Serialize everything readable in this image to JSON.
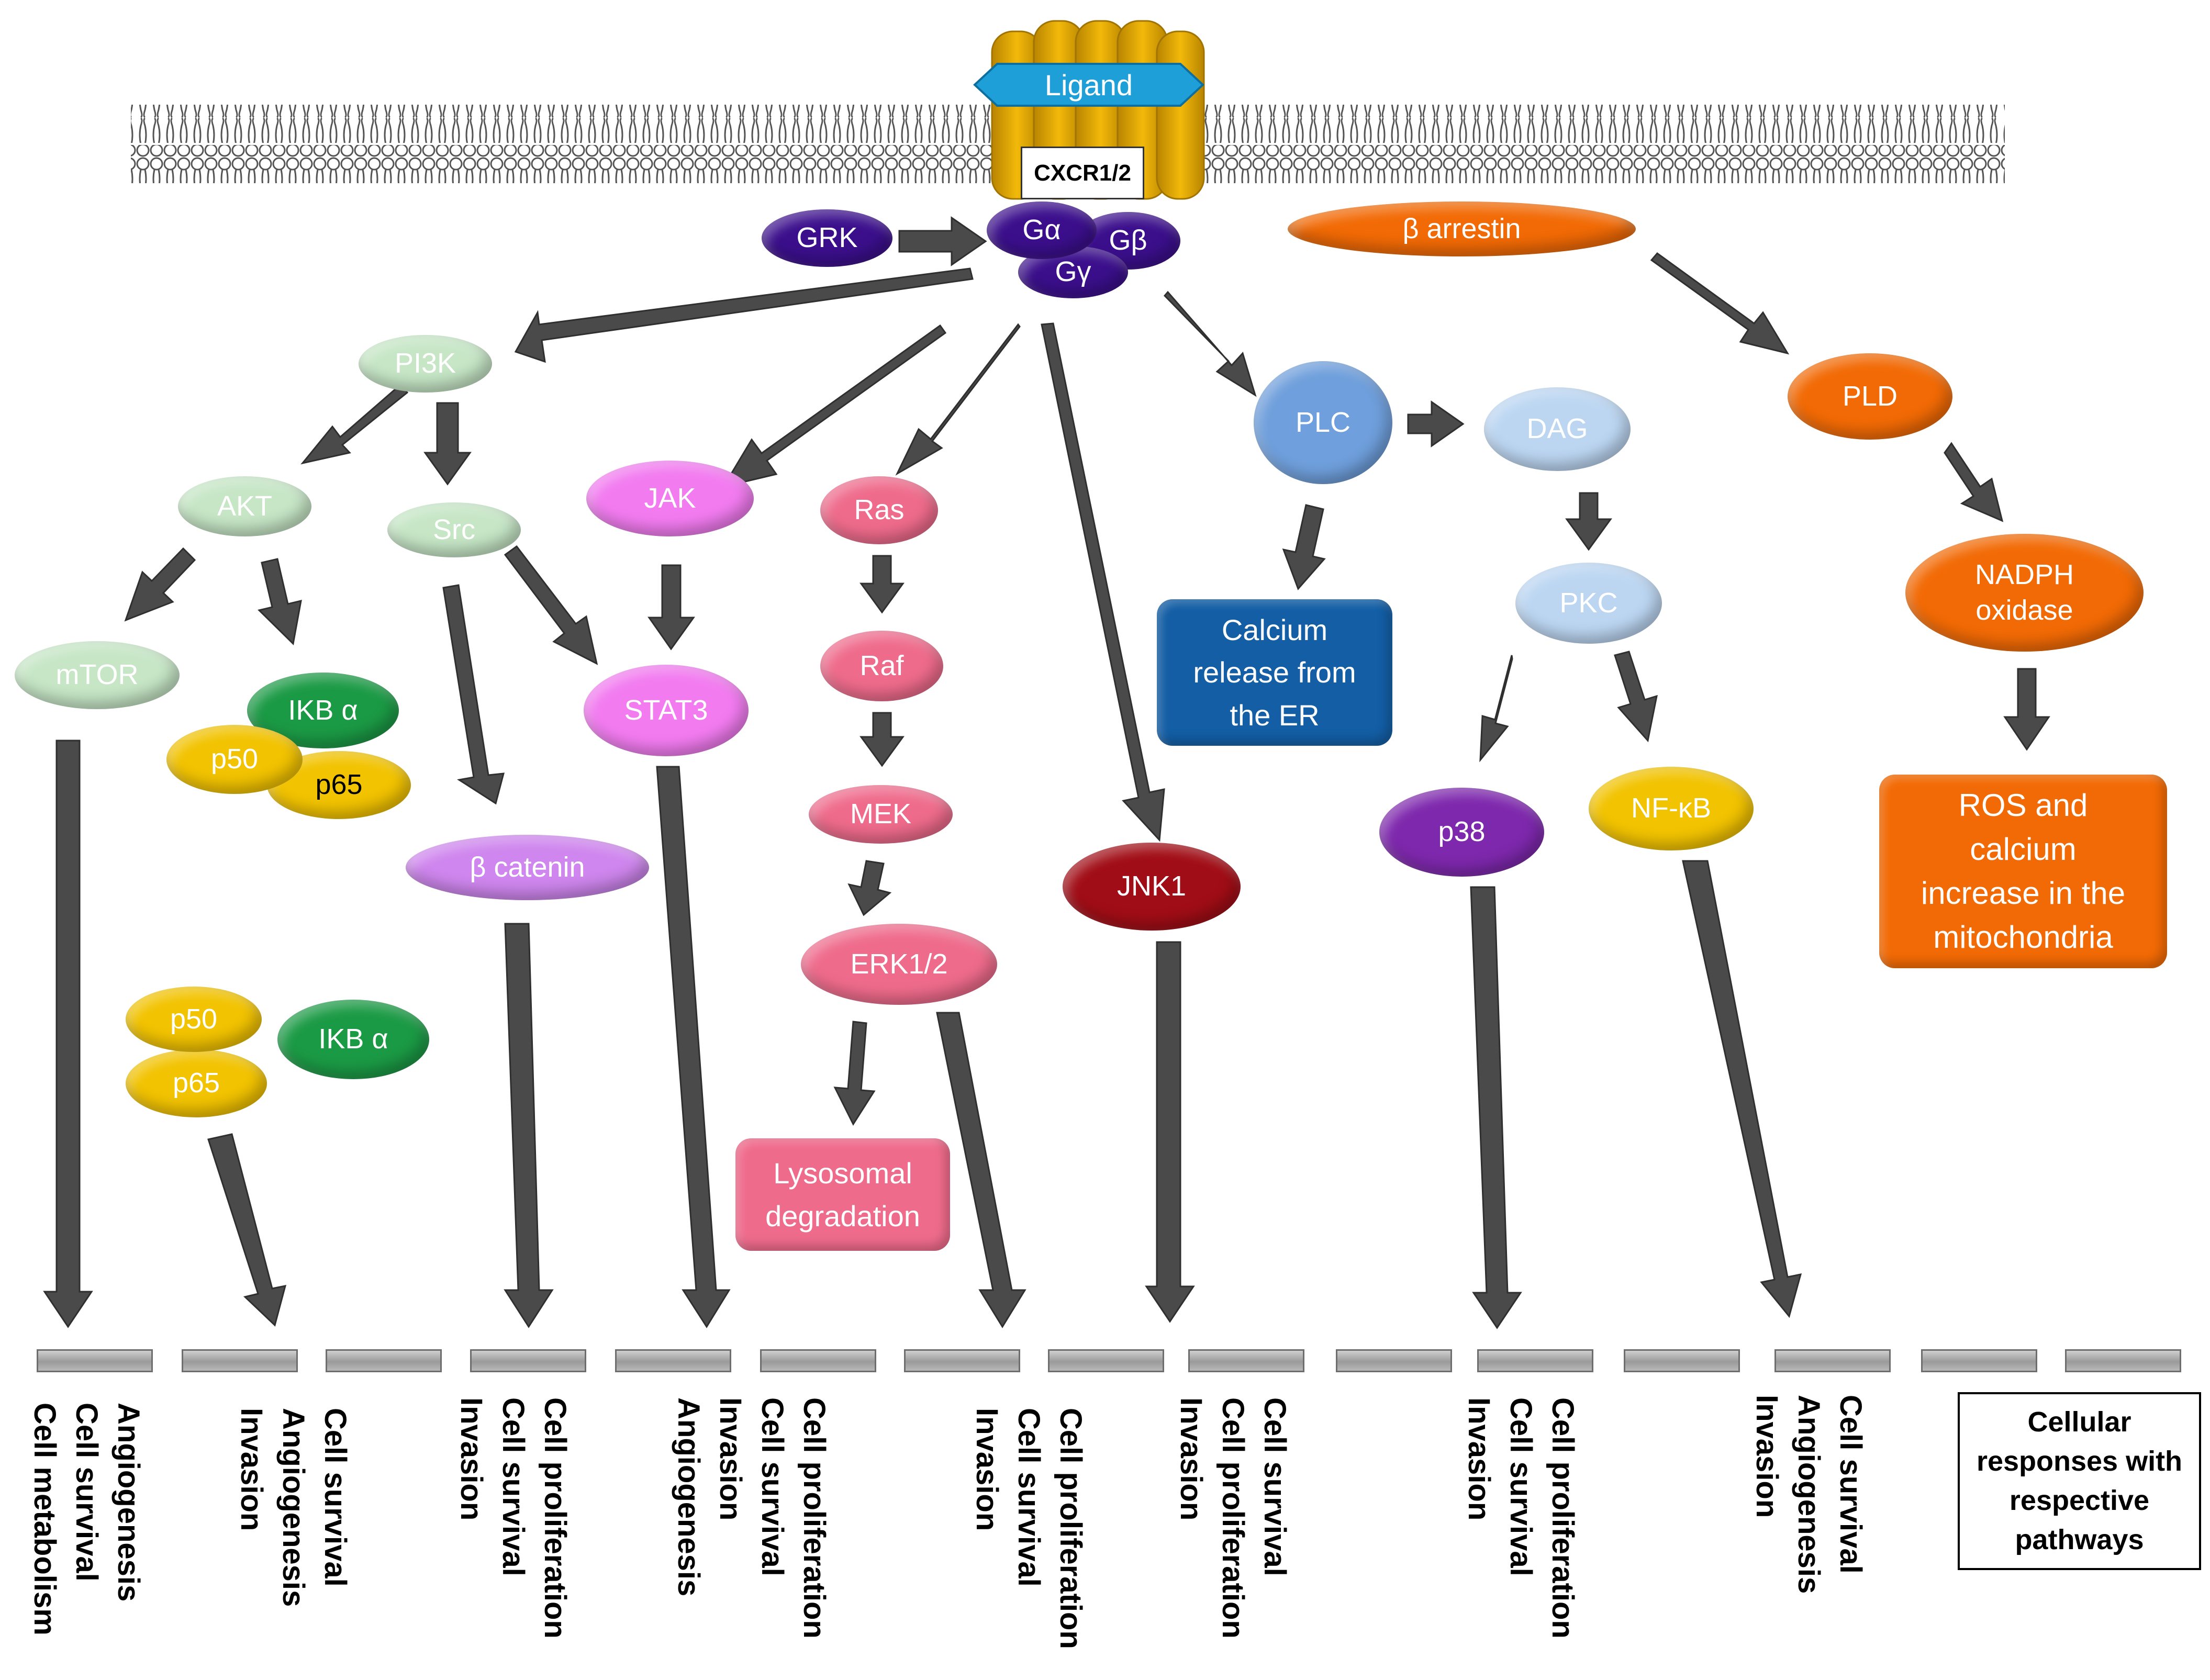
{
  "receptor": {
    "ligand": "Ligand",
    "name": "CXCR1/2"
  },
  "g_protein": {
    "alpha": "Gα",
    "beta": "Gβ",
    "gamma": "Gγ"
  },
  "nodes": {
    "grk": "GRK",
    "beta_arrestin": "β arrestin",
    "pi3k": "PI3K",
    "akt": "AKT",
    "src": "Src",
    "jak": "JAK",
    "ras": "Ras",
    "raf": "Raf",
    "mek": "MEK",
    "erk": "ERK1/2",
    "mtor": "mTOR",
    "ikb_a_1": "IKB α",
    "p50_1": "p50",
    "p65_1": "p65",
    "p50_2": "p50",
    "p65_2": "p65",
    "ikb_a_2": "IKB α",
    "stat3": "STAT3",
    "beta_catenin": "β catenin",
    "jnk1": "JNK1",
    "plc": "PLC",
    "dag": "DAG",
    "pkc": "PKC",
    "p38": "p38",
    "nfkb": "NF-κB",
    "pld": "PLD",
    "nadph": [
      "NADPH",
      "oxidase"
    ],
    "calcium_release": [
      "Calcium",
      "release from",
      "the ER"
    ],
    "lysosomal": [
      "Lysosomal",
      "degradation"
    ],
    "ros": [
      "ROS and",
      "calcium",
      "increase in the",
      "mitochondria"
    ]
  },
  "responses": [
    [
      "Angiogenesis",
      "Cell survival",
      "Cell metabolism"
    ],
    [
      "Cell survival",
      "Angiogenesis",
      "Invasion"
    ],
    [
      "Cell proliferation",
      "Cell survival",
      "Invasion"
    ],
    [
      "Cell proliferation",
      "Cell survival",
      "Invasion",
      "Angiogenesis"
    ],
    [
      "Cell proliferation",
      "Cell survival",
      "Invasion"
    ],
    [
      "Cell survival",
      "Cell proliferation",
      "Invasion"
    ],
    [
      "Cell proliferation",
      "Cell survival",
      "Invasion"
    ],
    [
      "Cell survival",
      "Angiogenesis",
      "Invasion"
    ]
  ],
  "legend": [
    "Cellular",
    "responses with",
    "respective",
    "pathways"
  ],
  "colors": {
    "membrane": "#9e9e9e",
    "receptor": "#e0a800",
    "ligand": "#1e9fd8",
    "g_protein": "#3b0f8c",
    "arrow": "#4a4a4a",
    "pi3k_path": "#c6e6c6",
    "jak_stat": "#f27bf0",
    "ras_path": "#ef6b8c",
    "jnk": "#a10d16",
    "plc": "#6f9fdc",
    "dag_pkc": "#bcd6f2",
    "p38": "#7e28ad",
    "nfkb": "#f2c300",
    "arrestin_path": "#f26a05",
    "calcium_box": "#135ea5",
    "ikb": "#1b9a45",
    "beta_catenin": "#cf86ee"
  }
}
